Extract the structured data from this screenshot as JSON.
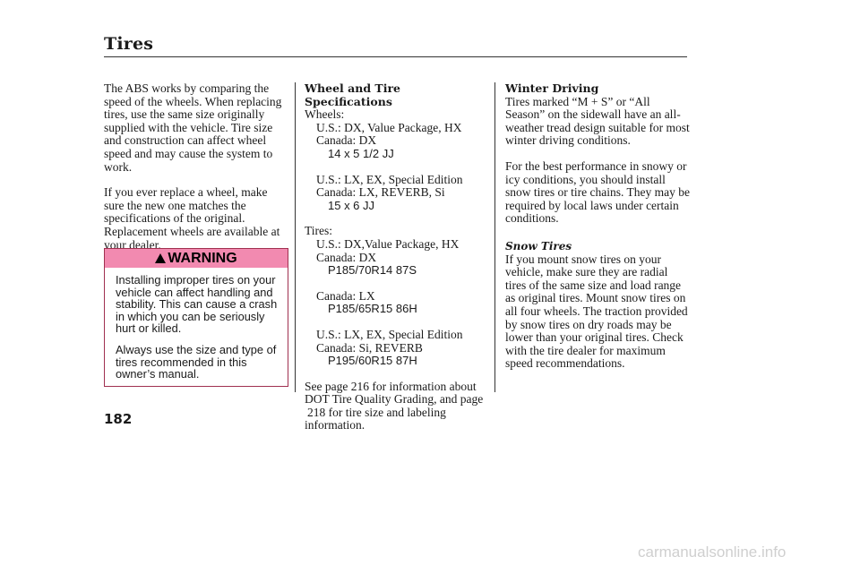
{
  "header": {
    "title": "Tires"
  },
  "col1": {
    "para1": "The ABS works by comparing the speed of the wheels. When replacing tires, use the same size originally supplied with the vehicle. Tire size and construction can affect wheel speed and may cause the system to work.",
    "para2": "If you ever replace a wheel, make sure the new one matches the specifications of the original. Replacement wheels are available at your dealer."
  },
  "warning": {
    "label": "WARNING",
    "text1": "Installing improper tires on your vehicle can affect handling and stability. This can cause a crash in which you can be seriously hurt or killed.",
    "text2": "Always use the size and type of tires recommended in this owner’s manual."
  },
  "col2": {
    "heading": "Wheel and Tire Specifications",
    "wheels_label": "Wheels:",
    "w1_a": "U.S.: DX, Value Package, HX",
    "w1_b": "Canada: DX",
    "w1_spec": "14 x 5 1/2 JJ",
    "w2_a": "U.S.: LX, EX, Special Edition",
    "w2_b": "Canada: LX, REVERB, Si",
    "w2_spec": "15 x 6 JJ",
    "tires_label": "Tires:",
    "t1_a": "U.S.: DX,Value Package, HX",
    "t1_b": "Canada: DX",
    "t1_spec": "P185/70R14 87S",
    "t2_a": "Canada: LX",
    "t2_spec": "P185/65R15 86H",
    "t3_a": "U.S.: LX, EX, Special Edition",
    "t3_b": "Canada: Si, REVERB",
    "t3_spec": "P195/60R15 87H",
    "see_l1": "See page 216 for information about",
    "see_l2": "DOT Tire Quality Grading, and page",
    "see_l3": "218 for tire size and labeling",
    "see_l4": "information."
  },
  "col3": {
    "heading": "Winter Driving",
    "para1": "Tires marked “M + S” or “All Season” on the sidewall have an all-weather tread design suitable for most winter driving conditions.",
    "para2": "For the best performance in snowy or icy conditions, you should install snow tires or tire chains. They may be required by local laws under certain conditions.",
    "subheading": "Snow Tires",
    "para3": "If you mount snow tires on your vehicle, make sure they are radial tires of the same size and load range as original tires. Mount snow tires on all four wheels. The traction provided by snow tires on dry roads may be lower than your original tires. Check with the tire dealer for maximum speed recommendations."
  },
  "page_number": "182",
  "footer": {
    "watermark": "carmanualsonline.info"
  }
}
